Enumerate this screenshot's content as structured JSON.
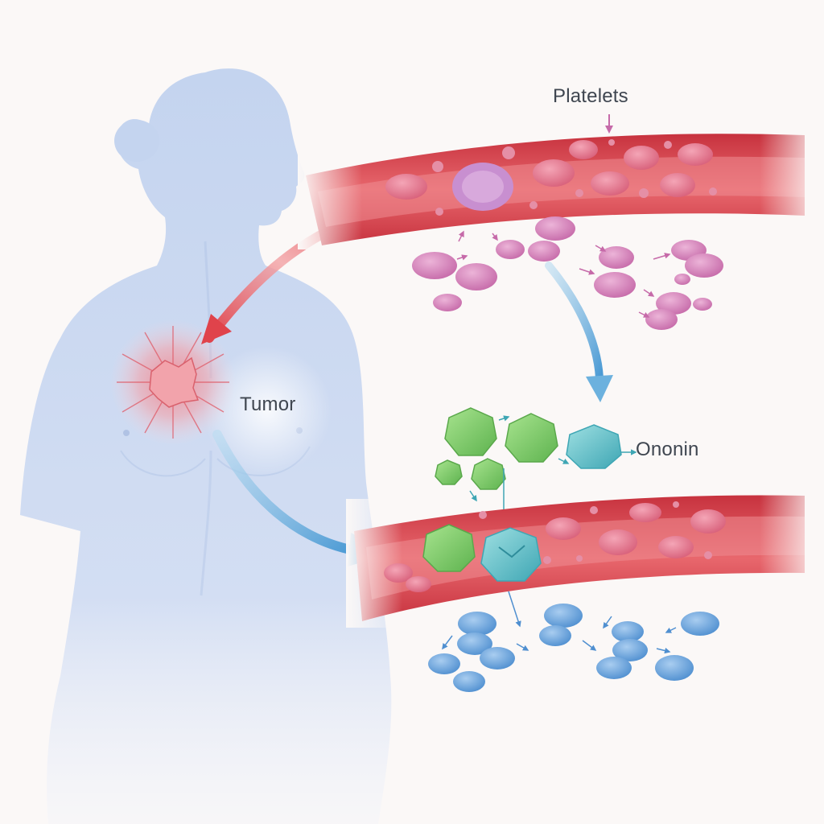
{
  "labels": {
    "platelets": "Platelets",
    "tumor": "Tumor",
    "ononin": "Ononin"
  },
  "colors": {
    "background": "#fbf8f7",
    "body_silhouette": "#c9d8f0",
    "blood_vessel": "#d9444f",
    "tumor": "#e8717b",
    "platelet_activated": "#cf7fb8",
    "ononin_molecule": "#7fcf6a",
    "ononin_bound": "#5fc0c8",
    "platelet_inhibited": "#6fa0d8",
    "arrow_red": "#e0434b",
    "arrow_blue": "#6cb1de",
    "label_text": "#3f4650"
  }
}
